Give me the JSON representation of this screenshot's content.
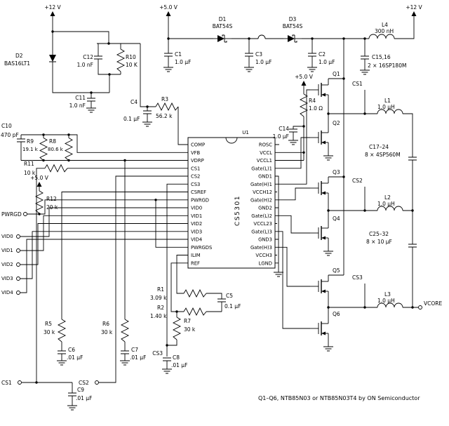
{
  "note": "Q1–Q6, NTB85N03 or NTB85N03T4 by ON Semiconductor",
  "rails": {
    "v12": "+12 V",
    "v5": "+5.0 V",
    "vcore": "VCORE"
  },
  "signals": {
    "cs1": "CS1",
    "cs2": "CS2",
    "cs3": "CS3",
    "pwrgd": "PWRGD",
    "vid0": "VID0",
    "vid1": "VID1",
    "vid2": "VID2",
    "vid3": "VID3",
    "vid4": "VID4"
  },
  "ic": {
    "ref": "U1",
    "part": "CS5301",
    "left_pins": [
      "COMP",
      "VFB",
      "VDRP",
      "CS1",
      "CS2",
      "CS3",
      "CSREF",
      "PWRGD",
      "VID0",
      "VID1",
      "VID2",
      "VID3",
      "VID4",
      "PWRGDS",
      "ILIM",
      "REF"
    ],
    "right_pins": [
      "ROSC",
      "VCCL",
      "VCCL1",
      "Gate(L)1",
      "GND1",
      "Gate(H)1",
      "VCCH12",
      "Gate(H)2",
      "GND2",
      "Gate(L)2",
      "VCCL23",
      "Gate(L)3",
      "GND3",
      "Gate(H)3",
      "VCCH3",
      "LGND"
    ]
  },
  "components": {
    "d1": {
      "ref": "D1",
      "value": "BAT54S"
    },
    "d2": {
      "ref": "D2",
      "value": "BAS16LT1"
    },
    "d3": {
      "ref": "D3",
      "value": "BAT54S"
    },
    "c1": {
      "ref": "C1",
      "value": "1.0 μF"
    },
    "c2": {
      "ref": "C2",
      "value": "1.0 μF"
    },
    "c3": {
      "ref": "C3",
      "value": "1.0 μF"
    },
    "c4": {
      "ref": "C4",
      "value": "0.1 μF"
    },
    "c5": {
      "ref": "C5",
      "value": "0.1 μF"
    },
    "c6": {
      "ref": "C6",
      "value": ".01 μF"
    },
    "c7": {
      "ref": "C7",
      "value": ".01 μF"
    },
    "c8": {
      "ref": "C8",
      "value": ".01 μF"
    },
    "c9": {
      "ref": "C9",
      "value": ".01 μF"
    },
    "c10": {
      "ref": "C10",
      "value": "470 pF"
    },
    "c11": {
      "ref": "C11",
      "value": "1.0 nF"
    },
    "c12": {
      "ref": "C12",
      "value": "1.0 nF"
    },
    "c14": {
      "ref": "C14",
      "value": "1.0 μF"
    },
    "c15_16": {
      "ref": "C15,16",
      "value": "2 × 16SP180M"
    },
    "c17_24": {
      "ref": "C17–24",
      "value": "8 × 4SP560M"
    },
    "c25_32": {
      "ref": "C25–32",
      "value": "8 × 10 μF"
    },
    "r1": {
      "ref": "R1",
      "value": "3.09 k"
    },
    "r2": {
      "ref": "R2",
      "value": "1.40 k"
    },
    "r3": {
      "ref": "R3",
      "value": "56.2 k"
    },
    "r4": {
      "ref": "R4",
      "value": "1.0 Ω"
    },
    "r5": {
      "ref": "R5",
      "value": "30 k"
    },
    "r6": {
      "ref": "R6",
      "value": "30 k"
    },
    "r7": {
      "ref": "R7",
      "value": "30 k"
    },
    "r8": {
      "ref": "R8",
      "value": "80.6 k"
    },
    "r9": {
      "ref": "R9",
      "value": "19.1 k"
    },
    "r10": {
      "ref": "R10",
      "value": "10 K"
    },
    "r11": {
      "ref": "R11",
      "value": "10 k"
    },
    "r12": {
      "ref": "R12",
      "value": "20 k"
    },
    "l1": {
      "ref": "L1",
      "value": "1.0 μH"
    },
    "l2": {
      "ref": "L2",
      "value": "1.0 μH"
    },
    "l3": {
      "ref": "L3",
      "value": "1.0 μH"
    },
    "l4": {
      "ref": "L4",
      "value": "300 nH"
    },
    "q1": {
      "ref": "Q1"
    },
    "q2": {
      "ref": "Q2"
    },
    "q3": {
      "ref": "Q3"
    },
    "q4": {
      "ref": "Q4"
    },
    "q5": {
      "ref": "Q5"
    },
    "q6": {
      "ref": "Q6"
    }
  }
}
